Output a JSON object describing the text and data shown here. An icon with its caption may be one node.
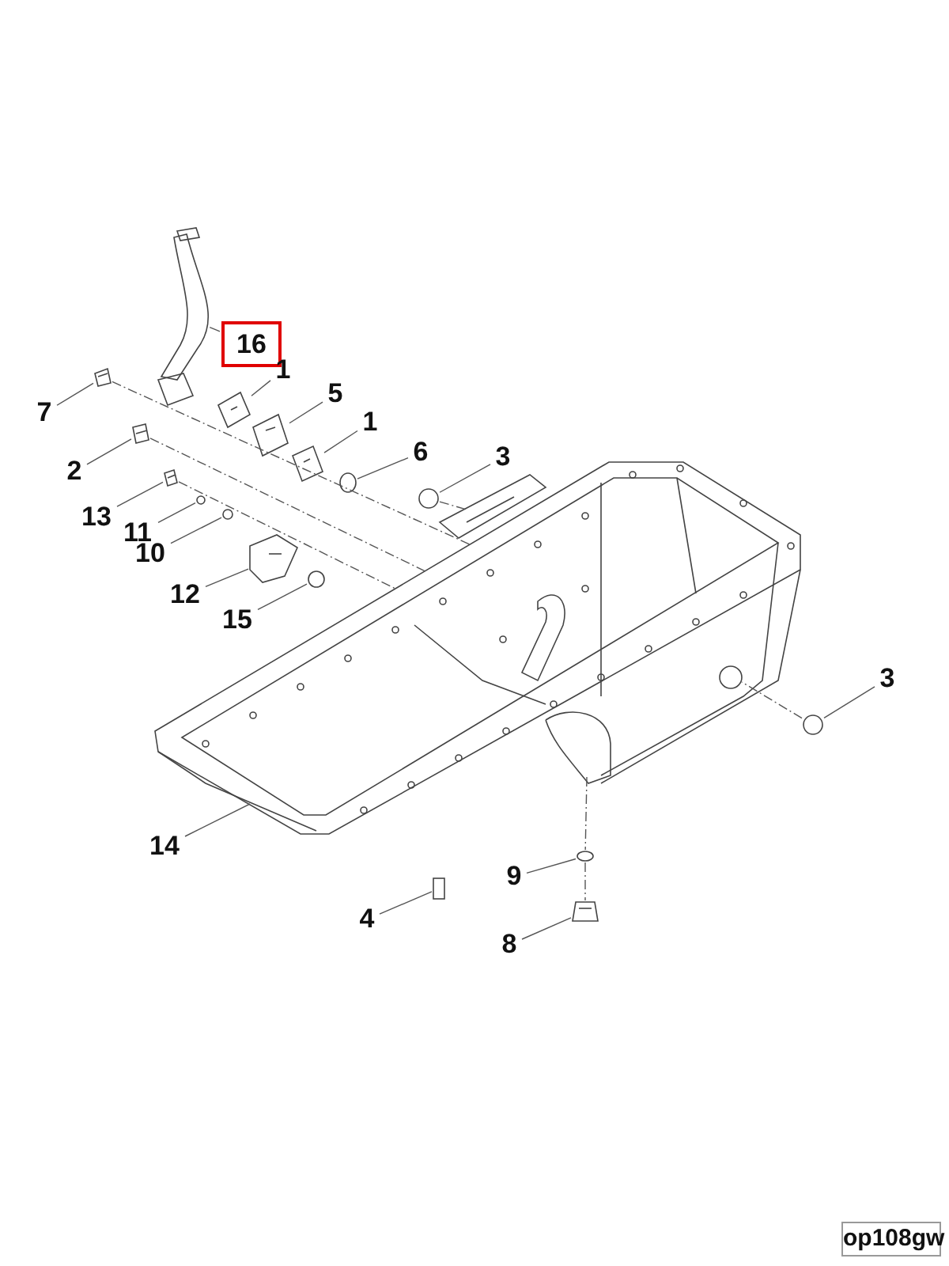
{
  "diagram": {
    "nodes": [
      {
        "text": [
          "16"
        ]
      },
      {
        "text": [
          "1"
        ]
      },
      {
        "text": [
          "5"
        ]
      },
      {
        "text": [
          "1"
        ]
      },
      {
        "text": [
          "6"
        ]
      },
      {
        "text": [
          "3"
        ]
      },
      {
        "text": [
          "7"
        ]
      },
      {
        "text": [
          "2"
        ]
      },
      {
        "text": [
          "13"
        ]
      },
      {
        "text": [
          "11"
        ]
      },
      {
        "text": [
          "10"
        ]
      },
      {
        "text": [
          "12"
        ]
      },
      {
        "text": [
          "15"
        ]
      },
      {
        "text": [
          "3"
        ]
      },
      {
        "text": [
          "14"
        ]
      },
      {
        "text": [
          "9"
        ]
      },
      {
        "text": [
          "4"
        ]
      },
      {
        "text": [
          "8"
        ]
      },
      {
        "text": [
          "op108gw"
        ]
      },
      {
        "text": [],
        "shape": "picture"
      },
      {
        "text": [],
        "shape": "picture"
      },
      {
        "text": [],
        "shape": "picture"
      },
      {
        "text": [],
        "shape": "picture"
      },
      {
        "text": [],
        "shape": "circle"
      },
      {
        "text": [],
        "shape": "circle"
      },
      {
        "text": [],
        "shape": "picture"
      },
      {
        "text": [],
        "shape": "picture"
      },
      {
        "text": [],
        "shape": "picture"
      },
      {
        "text": [],
        "shape": "circle"
      },
      {
        "text": [],
        "shape": "circle"
      },
      {
        "text": [],
        "shape": "picture"
      },
      {
        "text": [],
        "shape": "circle"
      },
      {
        "text": [],
        "shape": "circle"
      },
      {
        "text": [],
        "shape": "picture"
      },
      {
        "text": [],
        "shape": "circle"
      },
      {
        "text": [],
        "shape": "box"
      },
      {
        "text": [],
        "shape": "picture"
      }
    ],
    "edges": [
      {
        "from": 0,
        "to": 19,
        "arrow": "none"
      },
      {
        "from": 1,
        "to": 20,
        "arrow": "none"
      },
      {
        "from": 2,
        "to": 21,
        "arrow": "none"
      },
      {
        "from": 3,
        "to": 22,
        "arrow": "none"
      },
      {
        "from": 4,
        "to": 23,
        "arrow": "none"
      },
      {
        "from": 5,
        "to": 24,
        "arrow": "none"
      },
      {
        "from": 6,
        "to": 25,
        "arrow": "none"
      },
      {
        "from": 7,
        "to": 26,
        "arrow": "none"
      },
      {
        "from": 8,
        "to": 27,
        "arrow": "none"
      },
      {
        "from": 9,
        "to": 28,
        "arrow": "none"
      },
      {
        "from": 10,
        "to": 29,
        "arrow": "none"
      },
      {
        "from": 11,
        "to": 30,
        "arrow": "none"
      },
      {
        "from": 12,
        "to": 31,
        "arrow": "none"
      },
      {
        "from": 13,
        "to": 32,
        "arrow": "none"
      },
      {
        "from": 14,
        "to": 33,
        "arrow": "none"
      },
      {
        "from": 15,
        "to": 34,
        "arrow": "none"
      },
      {
        "from": 16,
        "to": 35,
        "arrow": "none"
      },
      {
        "from": 17,
        "to": 36,
        "arrow": "none"
      },
      {
        "from": 25,
        "to": 33,
        "arrow": "none",
        "style": "dashed"
      },
      {
        "from": 26,
        "to": 33,
        "arrow": "none",
        "style": "dashed"
      },
      {
        "from": 27,
        "to": 33,
        "arrow": "none",
        "style": "dashed"
      },
      {
        "from": 24,
        "to": 33,
        "arrow": "none",
        "style": "dashed"
      },
      {
        "from": 32,
        "to": 33,
        "arrow": "none",
        "style": "dashed"
      },
      {
        "from": 33,
        "to": 34,
        "arrow": "none",
        "style": "dashed"
      },
      {
        "from": 34,
        "to": 36,
        "arrow": "none",
        "style": "dashed"
      }
    ]
  }
}
